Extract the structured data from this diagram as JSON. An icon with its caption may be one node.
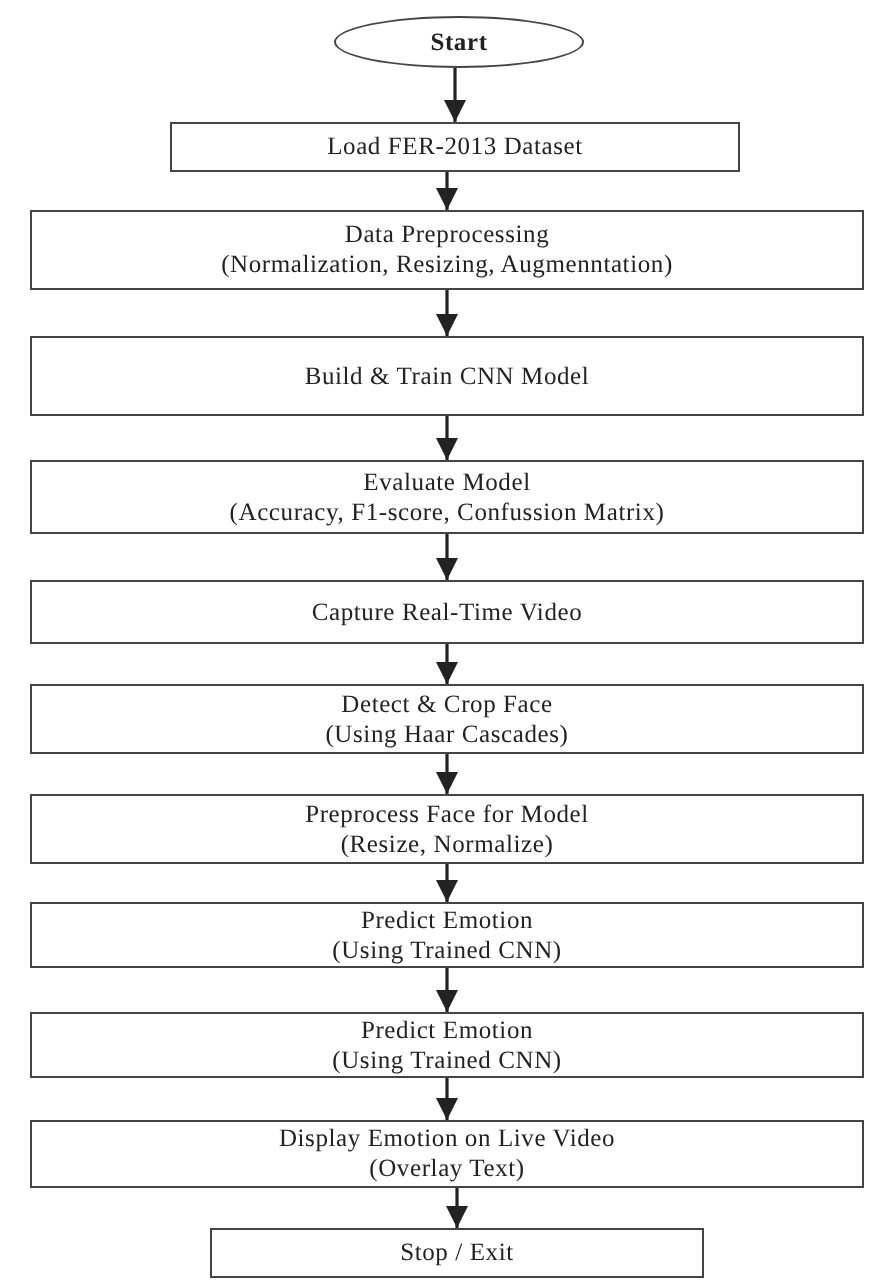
{
  "diagram": {
    "nodes": [
      {
        "text": [
          "Start"
        ]
      },
      {
        "text": [
          "Load FER-2013 Dataset"
        ]
      },
      {
        "text": [
          "Data Preprocessing",
          "(Normalization, Resizing, Augmenntation)"
        ]
      },
      {
        "text": [
          "Build & Train CNN Model"
        ]
      },
      {
        "text": [
          "Evaluate Model",
          "(Accuracy, F1-score,  Confussion Matrix)"
        ]
      },
      {
        "text": [
          "Capture Real-Time Video"
        ]
      },
      {
        "text": [
          "Detect & Crop Face",
          "(Using Haar Cascades)"
        ]
      },
      {
        "text": [
          "Preprocess Face for Model",
          "(Resize, Normalize)"
        ]
      },
      {
        "text": [
          "Predict Emotion",
          "(Using Trained CNN)"
        ]
      },
      {
        "text": [
          "Predict Emotion",
          "(Using Trained CNN)"
        ]
      },
      {
        "text": [
          "Display Emotion on Live Video",
          "(Overlay Text)"
        ]
      },
      {
        "text": [
          "Stop / Exit"
        ]
      }
    ],
    "edges": [
      {
        "from": 0,
        "to": 1,
        "arrow": "to"
      },
      {
        "from": 1,
        "to": 2,
        "arrow": "to"
      },
      {
        "from": 2,
        "to": 3,
        "arrow": "to"
      },
      {
        "from": 3,
        "to": 4,
        "arrow": "to"
      },
      {
        "from": 4,
        "to": 5,
        "arrow": "to"
      },
      {
        "from": 5,
        "to": 6,
        "arrow": "to"
      },
      {
        "from": 6,
        "to": 7,
        "arrow": "to"
      },
      {
        "from": 7,
        "to": 8,
        "arrow": "to"
      },
      {
        "from": 8,
        "to": 9,
        "arrow": "to"
      },
      {
        "from": 9,
        "to": 10,
        "arrow": "to"
      },
      {
        "from": 10,
        "to": 11,
        "arrow": "to"
      }
    ]
  }
}
